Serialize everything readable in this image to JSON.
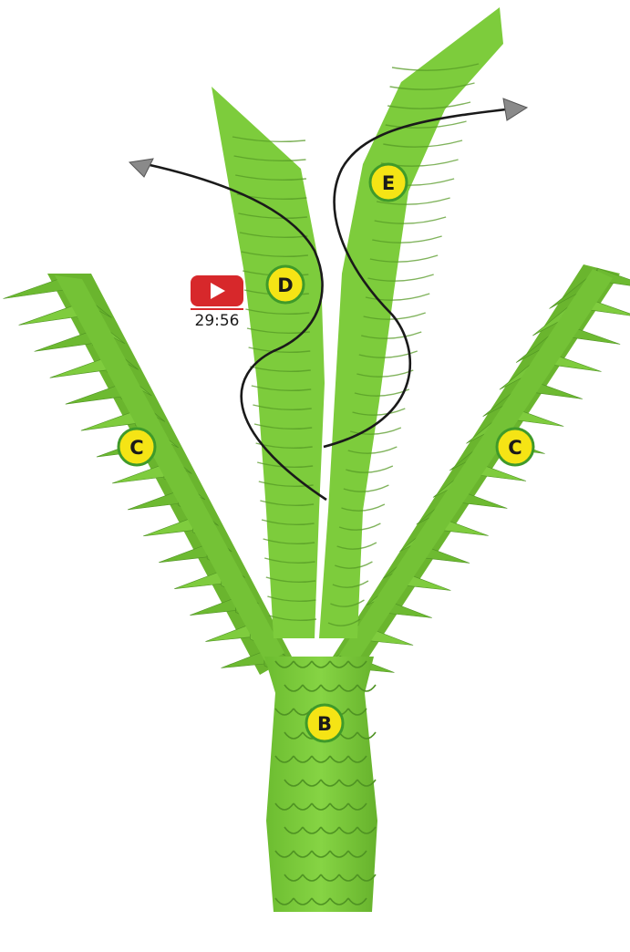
{
  "diagram": {
    "labels": {
      "b": "B",
      "c_left": "C",
      "c_right": "C",
      "d": "D",
      "e": "E"
    },
    "video": {
      "icon": "play-icon",
      "duration": "29:56"
    },
    "colors": {
      "paper_green": "#7dcc3c",
      "paper_green_dark": "#5ea62a",
      "paper_green_light": "#97dc58",
      "label_fill": "#f5e415",
      "label_ring": "#3f9a2a",
      "arrow_line": "#1a1a1a",
      "arrow_head": "#8a8a8a",
      "video_red": "#d7282b"
    }
  }
}
